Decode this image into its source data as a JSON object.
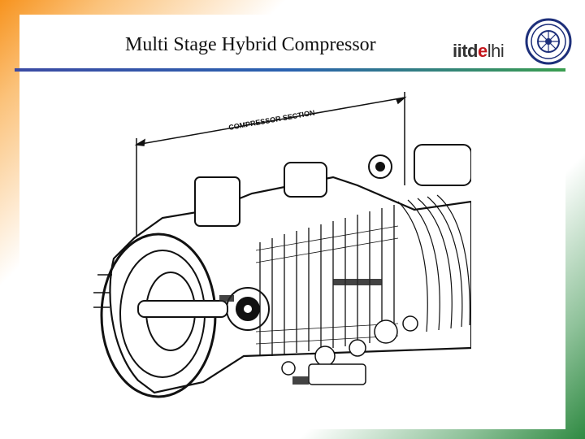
{
  "slide": {
    "title": "Multi Stage Hybrid Compressor",
    "logo": {
      "part1": "iitd",
      "part2": "e",
      "part3": "lhi"
    },
    "figure": {
      "label": "COMPRESSOR SECTION",
      "icon": "engine-cutaway-illustration"
    },
    "colors": {
      "saffron": "#f7931e",
      "green": "#2f8a42",
      "rule": "#2a62b0",
      "logo_red": "#c4161c"
    }
  }
}
